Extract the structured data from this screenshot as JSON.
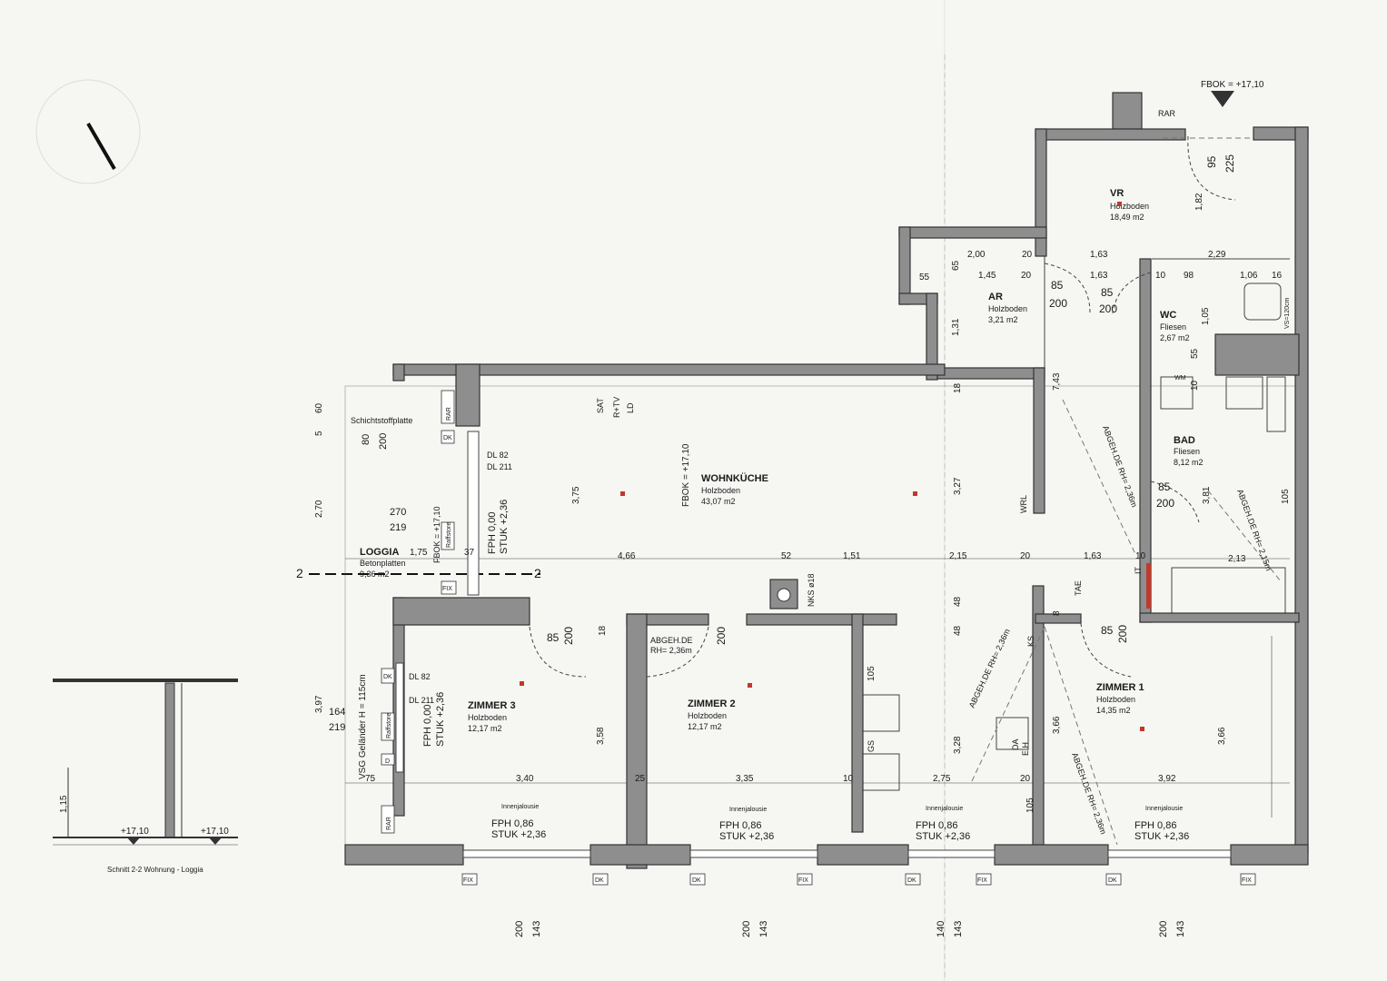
{
  "level": "FBOK = +17,10",
  "north_arrow": "north-arrow-icon",
  "rooms": {
    "vr": {
      "name": "VR",
      "floor": "Holzboden",
      "area": "18,49 m2"
    },
    "ar": {
      "name": "AR",
      "floor": "Holzboden",
      "area": "3,21 m2"
    },
    "wc": {
      "name": "WC",
      "floor": "Fliesen",
      "area": "2,67 m2"
    },
    "bad": {
      "name": "BAD",
      "floor": "Fliesen",
      "area": "8,12 m2"
    },
    "wohn": {
      "name": "WOHNKÜCHE",
      "floor": "Holzboden",
      "area": "43,07 m2"
    },
    "loggia": {
      "name": "LOGGIA",
      "floor": "Betonplatten",
      "area": "9,36 m2"
    },
    "zimmer3": {
      "name": "ZIMMER 3",
      "floor": "Holzboden",
      "area": "12,17 m2"
    },
    "zimmer2": {
      "name": "ZIMMER 2",
      "floor": "Holzboden",
      "area": "12,17 m2"
    },
    "zimmer1": {
      "name": "ZIMMER 1",
      "floor": "Holzboden",
      "area": "14,35 m2"
    }
  },
  "labels": {
    "rar": "RAR",
    "schicht": "Schichtstoffplatte",
    "fbok_v": "FBOK = +17,10",
    "fbok_wohn": "FBOK = +17,10",
    "dl_top": "DL 82",
    "dl_bot": "DL 211",
    "dl_top2": "DL 82",
    "dl_bot2": "DL 211",
    "fph0": "FPH 0,00",
    "stuk": "STUK +2,36",
    "fph0b": "FPH 0,00",
    "stukb": "STUK +2,36",
    "vsg": "VSG Geländer H = 115cm",
    "innen": "Innenjalousie",
    "fph086": "FPH 0,86",
    "stuk236": "STUK +2,36",
    "abgeh_z2": "ABGEH.DE",
    "rh_z2": "RH= 2,36m",
    "abgeh_diag": "ABGEH.DE RH= 2,36m",
    "abgeh_vr": "ABGEH.DE RH= 2,36m",
    "abgeh_bad": "ABGEH.DE RH= 2,15m",
    "abgeh_z1": "ABGEH.DE RH= 2,36m",
    "nks": "NKS ø18",
    "sat": "SAT",
    "rtv": "R+TV",
    "ld": "LD",
    "wm": "WM",
    "vs": "VS=120cm",
    "tae": "TAE",
    "it": "IT",
    "ks": "KS",
    "gs": "GS",
    "da": "DA",
    "eh": "E.H",
    "fix": "FIX",
    "dk": "DK",
    "raffstore": "Raffstore",
    "d": "D",
    "section": "Schnitt 2-2   Wohnung - Loggia",
    "sec_h": "1,15",
    "sec_l1": "+17,10",
    "sec_l2": "+17,10",
    "sec2": "2",
    "wrl": "WRL"
  },
  "dims": {
    "d200": "2,00",
    "d20": "20",
    "d145": "1,45",
    "d55": "55",
    "d65": "65",
    "d131": "1,31",
    "d85": "85",
    "d200b": "200",
    "d163": "1,63",
    "d229": "2,29",
    "d10": "10",
    "d98": "98",
    "d106": "1,06",
    "d16": "16",
    "d95": "95",
    "d225": "225",
    "d182": "1,82",
    "d105": "1,05",
    "d743": "7,43",
    "d18": "18",
    "d327": "3,27",
    "d381": "3,81",
    "d213": "2,13",
    "d466": "4,66",
    "d52": "52",
    "d151": "1,51",
    "d215": "2,15",
    "d37": "37",
    "d175": "1,75",
    "d270": "270",
    "d219": "219",
    "d80": "80",
    "d375": "3,75",
    "d60": "60",
    "d5": "5",
    "d270b": "2,70",
    "d340": "3,40",
    "d25": "25",
    "d335": "3,35",
    "d275": "2,75",
    "d392": "3,92",
    "d75": "75",
    "d358": "3,58",
    "d366": "3,66",
    "d328": "3,28",
    "d48": "48",
    "d397": "3,97",
    "d164": "164",
    "d8": "8",
    "d105b": "105",
    "d140": "140",
    "d143": "143"
  }
}
